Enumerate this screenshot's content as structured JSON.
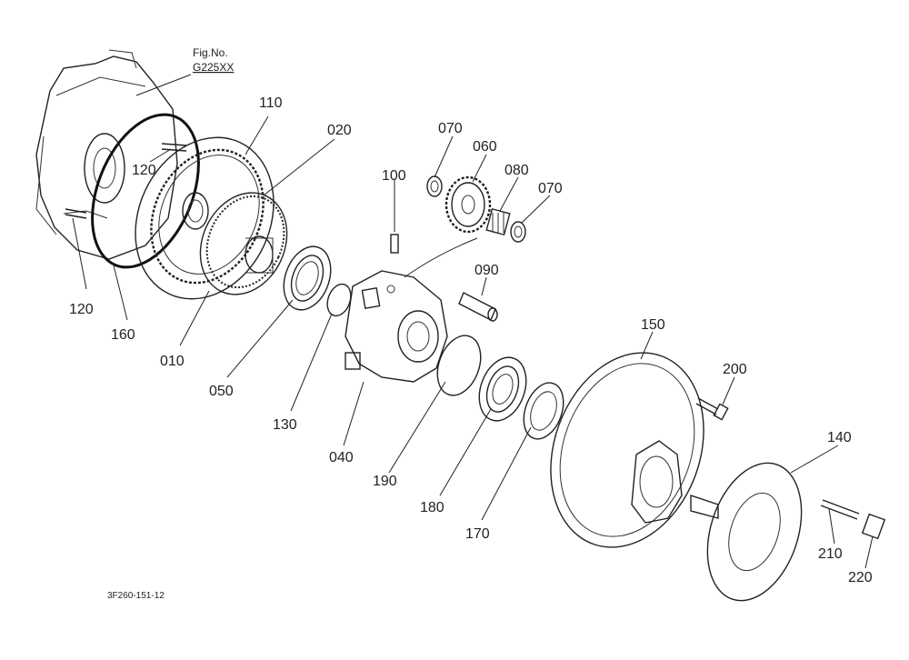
{
  "figure": {
    "fig_no_label": "Fig.No.",
    "fig_no_value": "G225XX",
    "drawing_code": "3F260-151-12"
  },
  "parts": {
    "p010": "010",
    "p020": "020",
    "p040": "040",
    "p050": "050",
    "p060": "060",
    "p070a": "070",
    "p070b": "070",
    "p080": "080",
    "p090": "090",
    "p100": "100",
    "p110": "110",
    "p120a": "120",
    "p120b": "120",
    "p130": "130",
    "p140": "140",
    "p150": "150",
    "p160": "160",
    "p170": "170",
    "p180": "180",
    "p190": "190",
    "p200": "200",
    "p210": "210",
    "p220": "220"
  }
}
